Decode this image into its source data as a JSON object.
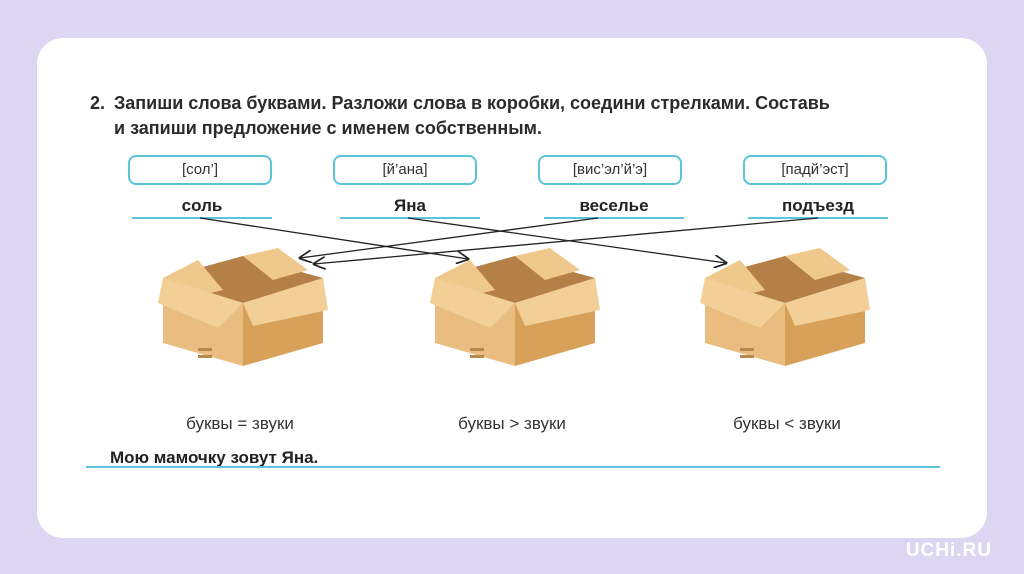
{
  "task": {
    "number": "2.",
    "line1": "Запиши слова буквами. Разложи слова в коробки, соедини стрелками. Составь",
    "line2": "и запиши предложение с именем собственным."
  },
  "transcriptions": [
    "[сол’]",
    "[й’ана]",
    "[вис’эл’й’э]",
    "[падй’эст]"
  ],
  "words": [
    "соль",
    "Яна",
    "веселье",
    "подъезд"
  ],
  "box_captions": [
    "буквы = звуки",
    "буквы > звуки",
    "буквы < звуки"
  ],
  "answer": "Мою мамочку зовут Яна.",
  "colors": {
    "accent": "#5bc4dd",
    "background": "#ddd6f3",
    "box": "#e3b777"
  },
  "brand": "UCHi.RU"
}
